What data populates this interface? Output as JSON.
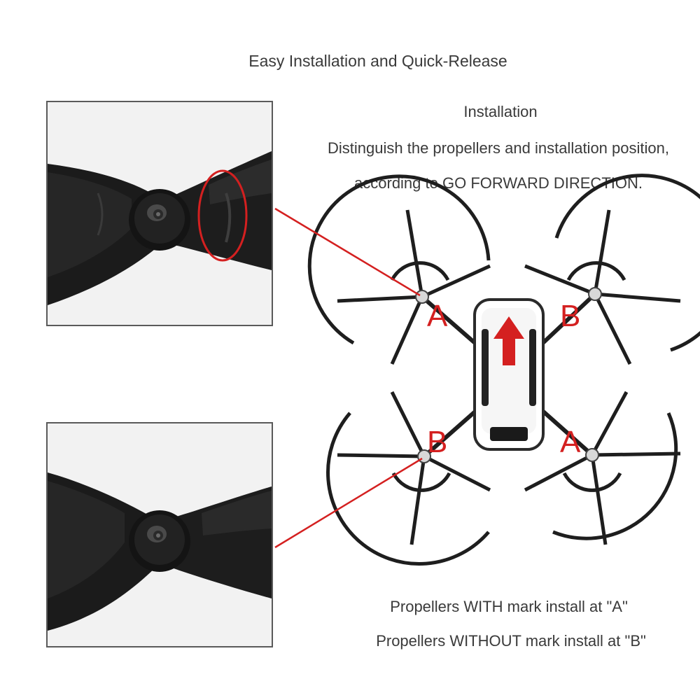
{
  "header": {
    "title": "Easy Installation and Quick-Release"
  },
  "instructions": {
    "section_title": "Installation",
    "line_1": "Distinguish the propellers and installation position,",
    "line_2": "according to GO FORWARD DIRECTION."
  },
  "drone": {
    "labels": {
      "front_left": "A",
      "front_right": "B",
      "rear_left": "B",
      "rear_right": "A"
    }
  },
  "notes": {
    "with_mark": "Propellers WITH mark install at \"A\"",
    "without_mark": "Propellers WITHOUT mark install at \"B\""
  },
  "colors": {
    "accent": "#d42020",
    "guard": "#1e1e1e",
    "propeller": "#1a1a1a"
  }
}
